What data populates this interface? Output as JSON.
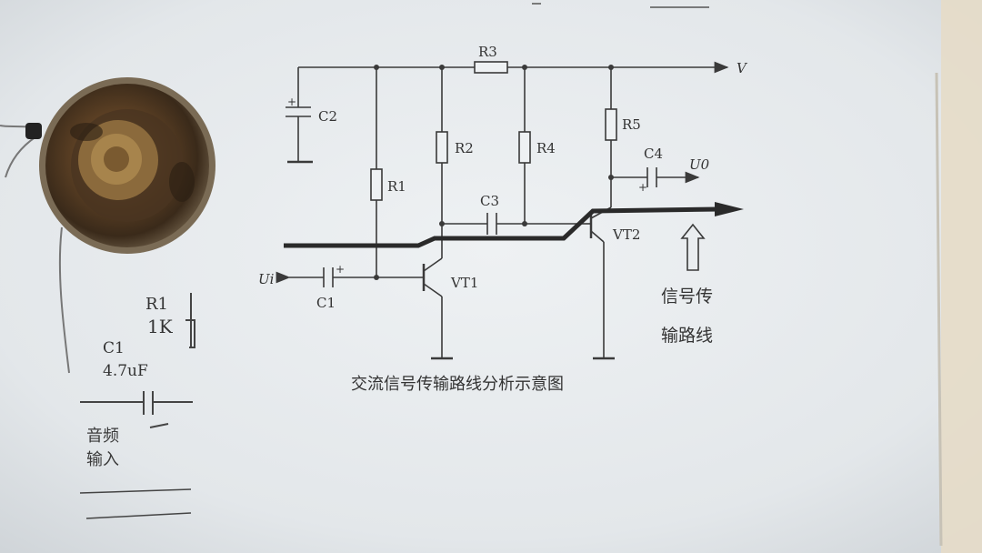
{
  "diagram": {
    "caption": "交流信号传输路线分析示意图",
    "supply": "V",
    "input_signal": "Ui",
    "output_signal": "U0",
    "path_note_line1": "信号传",
    "path_note_line2": "输路线",
    "components": {
      "c1": "C1",
      "c2": "C2",
      "c3": "C3",
      "c4": "C4",
      "r1": "R1",
      "r2": "R2",
      "r3": "R3",
      "r4": "R4",
      "r5": "R5",
      "vt1": "VT1",
      "vt2": "VT2"
    }
  },
  "handwritten": {
    "r1_name": "R1",
    "r1_value": "1K",
    "c1_name": "C1",
    "c1_value": "4.7uF",
    "audio_input_line1": "音频",
    "audio_input_line2": "输入"
  },
  "colors": {
    "paper": "#e9ecee",
    "ink": "#3a3a3a",
    "signal_path": "#2a2a2a",
    "speaker_cone": "#6b4a2a"
  }
}
